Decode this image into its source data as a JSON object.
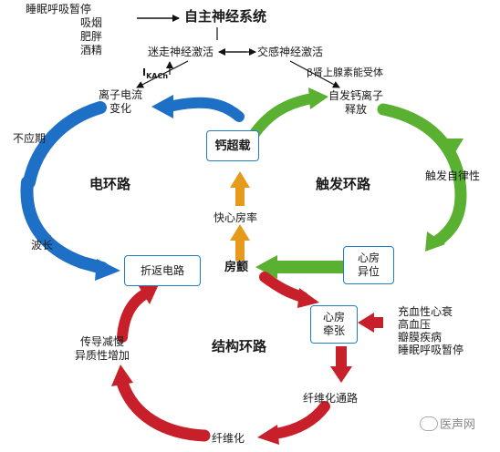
{
  "top_risks": [
    "睡眠呼吸暂停",
    "吸烟",
    "肥胖",
    "酒精"
  ],
  "ans_title": "自主神经系统",
  "vagal": "迷走神经激活",
  "sympathetic": "交感神经激活",
  "ikach_main": "I",
  "ikach_sub": "KACh",
  "beta": "β肾上腺素能受体",
  "ion_current": [
    "离子电流",
    "变化"
  ],
  "calcium_release": [
    "自发钙离子",
    "释放"
  ],
  "refractory": "不应期",
  "wavelength": "波长",
  "electric_loop": "电环路",
  "trigger_loop": "触发环路",
  "structural_loop": "结构环路",
  "calcium_overload": "钙超载",
  "rapid_atrial_rate": "快心房率",
  "trigger_automaticity": "触发自律性",
  "atrial_ectopy": [
    "心房",
    "异位"
  ],
  "reentry": "折返电路",
  "af": "房颤",
  "atrial_stretch": [
    "心房",
    "牵张"
  ],
  "conditions": [
    "充血性心衰",
    "高血压",
    "瓣膜疾病",
    "睡眠呼吸暂停"
  ],
  "fibrosis_pathway": "纤维化通路",
  "fibrosis": "纤维化",
  "conduction": [
    "传导减慢",
    "异质性增加"
  ],
  "watermark": "医声网",
  "colors": {
    "electric": "#1e6fc6",
    "trigger": "#5ab030",
    "structural": "#c8202a",
    "calcium": "#e59a1c",
    "box_border": "#1f7fc4"
  }
}
